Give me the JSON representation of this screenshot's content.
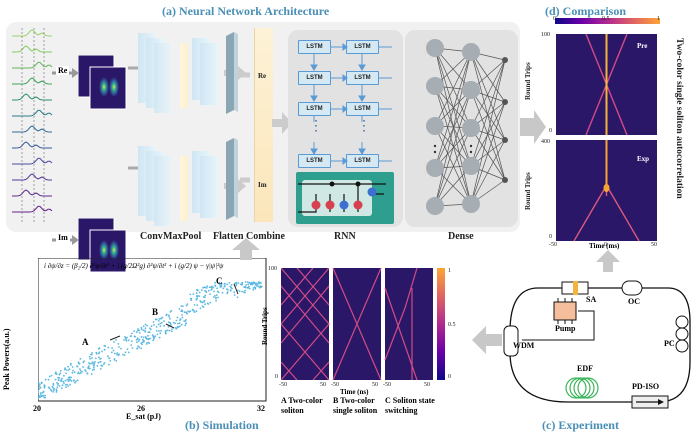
{
  "titles": {
    "nn": "(a)  Neural Network Architecture",
    "comparison": "(d)  Comparison",
    "simulation": "(b)  Simulation",
    "experiment": "(c)  Experiment"
  },
  "nn": {
    "re": "Re",
    "im": "Im",
    "conv": "Conv",
    "maxpool": "MaxPool",
    "flatten": "Flatten",
    "combine": "Combine",
    "combine_re": "Re",
    "combine_im": "Im",
    "rnn": "RNN",
    "dense": "Dense",
    "lstm": "LSTM",
    "dots": "⋮"
  },
  "comparison": {
    "colorbar_ticks": [
      "0",
      "0.5",
      "1"
    ],
    "top_label": "Pre",
    "bottom_label": "Exp",
    "top_y_ticks": [
      "100",
      "0"
    ],
    "bottom_y_ticks": [
      "400",
      "0"
    ],
    "ylabel": "Round Trips",
    "x_ticks": [
      "-50",
      "0",
      "50"
    ],
    "xlabel": "Time   (ms)",
    "side_title": "Two-color single soliton autocorrelation"
  },
  "simulation": {
    "equation": "i ∂ψ/∂z = (β₂/2) ∂²ψ/∂t² + i (g/2Ω²g) ∂²ψ/∂t² + i (g/2) ψ − γ|ψ|²ψ",
    "ylabel": "Peak Powers(a.u.)",
    "xlabel": "E_sat  (pJ)",
    "x_ticks": [
      "20",
      "26",
      "32"
    ],
    "points": [
      "A",
      "B",
      "C"
    ],
    "heat_y_ticks": [
      "100",
      "0"
    ],
    "heat_ylabel": "Round Trips",
    "heat_x_ticks": [
      "-50",
      "50"
    ],
    "heat_xlabel": "Time  (ns)",
    "colorbar_ticks": [
      "1",
      "0.5",
      "0"
    ],
    "captions": [
      "A Two-color soliton",
      "B Two-color single soliton",
      "C Soliton state switching"
    ]
  },
  "experiment": {
    "sa": "SA",
    "oc": "OC",
    "pump": "Pump",
    "wdm": "WDM",
    "pc": "PC",
    "edf": "EDF",
    "pdiso": "PD-ISO"
  },
  "colors": {
    "title": "#4a8fb5",
    "heat_bg": "#2b1768",
    "trace": "#e0508a",
    "scatter": "#5bb8e0",
    "lstm_fill": "#d5e9f5"
  }
}
